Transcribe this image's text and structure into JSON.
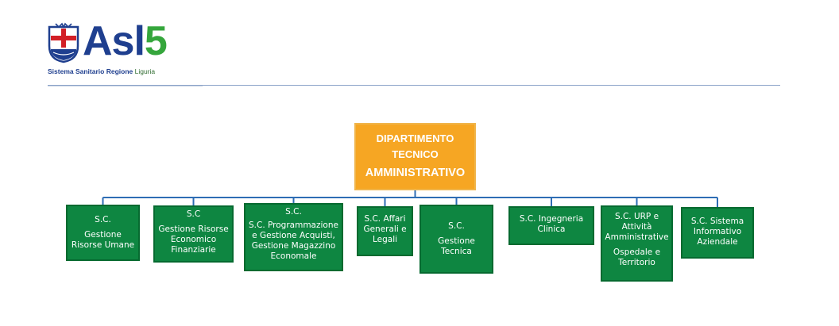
{
  "logo": {
    "brand_prefix": "Asl",
    "brand_number": "5",
    "tagline_part1": "Sistema Sanitario",
    "tagline_part2": "Regione",
    "tagline_part3": "Liguria",
    "emblem": "liguria-cross-shield-icon",
    "colors": {
      "brand_blue": "#1f3f8f",
      "brand_green": "#35a63c"
    }
  },
  "org_chart": {
    "department": {
      "lines": [
        "DIPARTIMENTO",
        "TECNICO",
        "AMMINISTRATIVO"
      ],
      "color": "#f6a623"
    },
    "units": [
      {
        "lines": [
          "S.C.",
          "Gestione",
          "Risorse Umane"
        ]
      },
      {
        "lines": [
          "S.C",
          "Gestione Risorse",
          "Economico",
          "Finanziarie"
        ]
      },
      {
        "lines": [
          "S.C.",
          "S.C. Programmazione",
          "e Gestione Acquisti,",
          "Gestione Magazzino",
          "Economale"
        ]
      },
      {
        "lines": [
          "S.C. Affari",
          "Generali e",
          "Legali"
        ]
      },
      {
        "lines": [
          "S.C.",
          "Gestione",
          "Tecnica"
        ]
      },
      {
        "lines": [
          "S.C. Ingegneria",
          "Clinica"
        ]
      },
      {
        "lines": [
          "S.C. URP e",
          "Attività",
          "Amministrative",
          "Ospedale e",
          "Territorio"
        ]
      },
      {
        "lines": [
          "S.C. Sistema",
          "Informativo",
          "Aziendale"
        ]
      }
    ],
    "unit_color": "#0e8641",
    "connector_color": "#2e6db4"
  }
}
